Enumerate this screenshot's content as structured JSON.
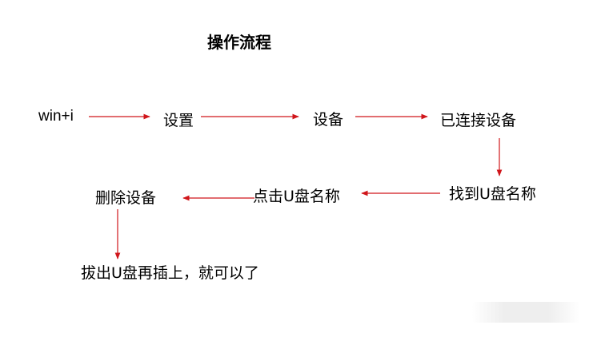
{
  "title": "操作流程",
  "nodes": {
    "win_i": "win+i",
    "settings": "设置",
    "devices": "设备",
    "connected_devices": "已连接设备",
    "find_usb": "找到U盘名称",
    "click_usb": "点击U盘名称",
    "delete_device": "删除设备",
    "replug": "拔出U盘再插上，就可以了"
  },
  "colors": {
    "arrow": "#d0161b",
    "text": "#000000",
    "background": "#ffffff"
  }
}
